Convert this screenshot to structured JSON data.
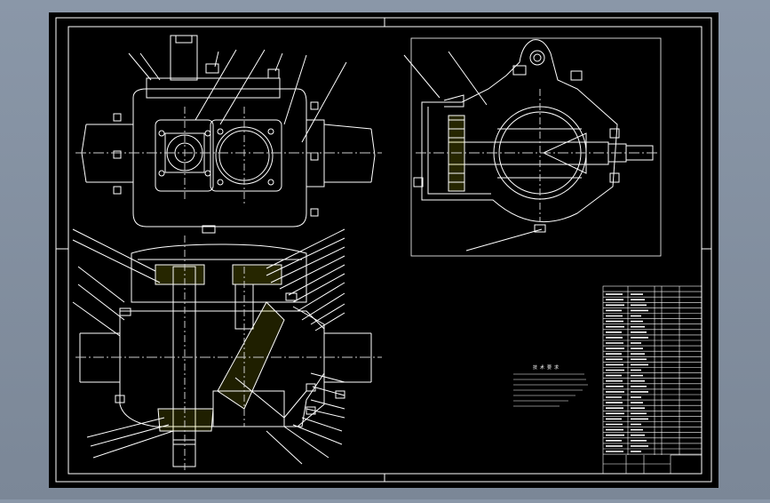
{
  "app": {
    "background_color": "#7f8b9a",
    "canvas_color": "#000000",
    "line_color": "#ffffff",
    "accent_color": "#ffff66"
  },
  "drawing": {
    "note_title": "技 术 要 求",
    "title_block_label": "",
    "parts": [
      {
        "id": "1"
      },
      {
        "id": "2"
      },
      {
        "id": "3"
      },
      {
        "id": "4"
      },
      {
        "id": "5"
      },
      {
        "id": "6"
      },
      {
        "id": "7"
      },
      {
        "id": "8"
      }
    ]
  }
}
